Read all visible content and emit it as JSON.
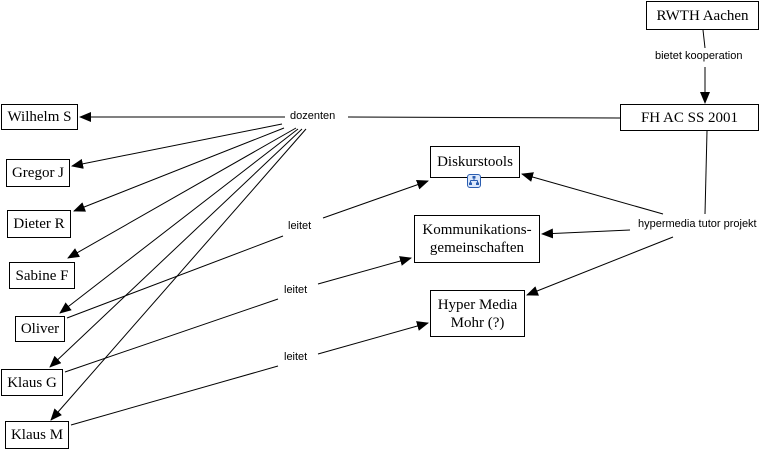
{
  "map": {
    "line_color": "#000000",
    "concepts": {
      "rwth": "RWTH Aachen",
      "fhac": "FH AC SS 2001",
      "wilhelm": "Wilhelm S",
      "gregor": "Gregor J",
      "dieter": "Dieter R",
      "sabine": "Sabine F",
      "oliver": "Oliver",
      "klausg": "Klaus G",
      "klausm": "Klaus M",
      "diskurstools": "Diskurstools",
      "kommunikation": "Kommunikations-\ngemeinschaften",
      "hypermedia_mohr": "Hyper Media\nMohr (?)"
    },
    "linking_phrases": {
      "bietet": "bietet kooperation",
      "dozenten": "dozenten",
      "hypermedia_projekt": "hypermedia tutor projekt",
      "leitet_oliver": "leitet",
      "leitet_klausg": "leitet",
      "leitet_klausm": "leitet"
    },
    "resource_icons": [
      {
        "attached_to": "diskurstools",
        "icon": "concept-map-icon"
      }
    ],
    "connections": [
      {
        "from": "rwth",
        "via": "bietet",
        "to": [
          "fhac"
        ]
      },
      {
        "from": "fhac",
        "via": "dozenten",
        "to": [
          "wilhelm",
          "gregor",
          "dieter",
          "sabine",
          "oliver",
          "klausg",
          "klausm"
        ]
      },
      {
        "from": "fhac",
        "via": "hypermedia_projekt",
        "to": [
          "diskurstools",
          "kommunikation",
          "hypermedia_mohr"
        ]
      },
      {
        "from": "oliver",
        "via": "leitet_oliver",
        "to": [
          "diskurstools"
        ]
      },
      {
        "from": "klausg",
        "via": "leitet_klausg",
        "to": [
          "kommunikation"
        ]
      },
      {
        "from": "klausm",
        "via": "leitet_klausm",
        "to": [
          "hypermedia_mohr"
        ]
      }
    ]
  }
}
